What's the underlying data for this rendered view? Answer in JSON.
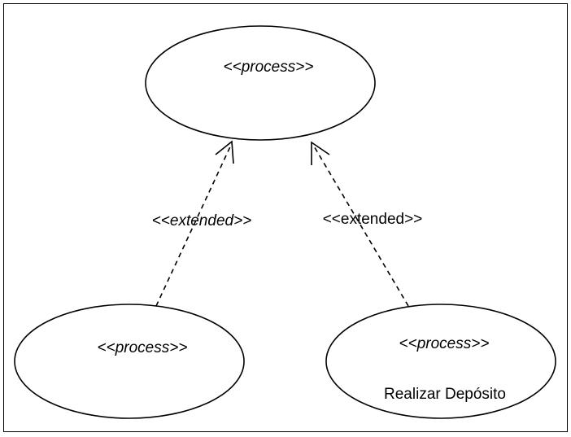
{
  "use_cases": [
    {
      "id": "top",
      "stereotype": "<<process>>",
      "name": ""
    },
    {
      "id": "left",
      "stereotype": "<<process>>",
      "name": ""
    },
    {
      "id": "right",
      "stereotype": "<<process>>",
      "name": "Realizar Depósito"
    }
  ],
  "relations": [
    {
      "from": "left",
      "to": "top",
      "label": "<<extended>>",
      "italic": true
    },
    {
      "from": "right",
      "to": "top",
      "label": "<<extended>>",
      "italic": false
    }
  ]
}
